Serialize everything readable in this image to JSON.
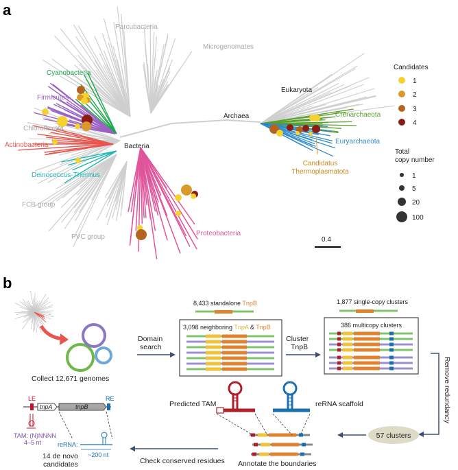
{
  "panel_a": {
    "letter": "a",
    "clade_labels": {
      "parcubacteria": "Parcubacteria",
      "microgenomates": "Microgenomates",
      "cyanobacteria": "Cyanobacteria",
      "firmicutes": "Firmicutes",
      "chloroflexota": "Chloroflexota",
      "actinobacteria": "Actinobacteria",
      "bacteria": "Bacteria",
      "deinococcus": "Deinococcus-Thermus",
      "fcb": "FCB group",
      "pvc": "PVC group",
      "proteobacteria": "Proteobacteria",
      "eukaryota": "Eukaryota",
      "archaea": "Archaea",
      "crenarchaeota": "Crenarchaeota",
      "euryarchaeota": "Euryarchaeota",
      "thermo_line1": "Candidatus",
      "thermo_line2": "Thermoplasmatota"
    },
    "legend_candidates": {
      "title": "Candidates",
      "items": [
        {
          "label": "1",
          "color": "#f5d22e"
        },
        {
          "label": "2",
          "color": "#d99a2b"
        },
        {
          "label": "3",
          "color": "#b5641f"
        },
        {
          "label": "4",
          "color": "#8c1c13"
        }
      ]
    },
    "legend_copy": {
      "title_line1": "Total",
      "title_line2": "copy number",
      "items": [
        "1",
        "5",
        "20",
        "100"
      ]
    },
    "scale_bar": "0.4",
    "colors": {
      "gray": "#cfcfcf",
      "cyanobacteria": "#1aa64a",
      "firmicutes": "#9b63c4",
      "actinobacteria": "#e8554e",
      "deinococcus": "#1fb5b5",
      "proteobacteria": "#e0559b",
      "crenarchaeota": "#5aa02c",
      "euryarchaeota": "#2e8bcc",
      "thermoplasmatota": "#d99a2b"
    }
  },
  "panel_b": {
    "letter": "b",
    "collect": "Collect 12,671 genomes",
    "domain_search_1": "Domain",
    "domain_search_2": "search",
    "standalone_pre": "8,433 standalone ",
    "standalone_gene": "TnpB",
    "neighbor_pre": "3,098 neighboring ",
    "neighbor_gene1": "TnpA",
    "neighbor_amp": " & ",
    "neighbor_gene2": "TnpB",
    "cluster_1": "Cluster",
    "cluster_2": "TnpB",
    "single_copy": "1,877 single-copy clusters",
    "multicopy": "386 multicopy clusters",
    "remove_redundancy": "Remove redundancy",
    "clusters_57": "57 clusters",
    "annotate": "Annotate the boundaries",
    "predicted_tam": "Predicted TAM",
    "rerna_scaffold": "reRNA scaffold",
    "check_residues": "Check conserved residues",
    "le": "LE",
    "re": "RE",
    "tnpA": "tnpA",
    "tnpB": "tnpB",
    "tam_line1": "TAM: (N)NNNN",
    "tam_line2": "4–5 nt",
    "rerna": "reRNA:",
    "nt200": "~200 nt",
    "candidates_1": "14 de novo",
    "candidates_2": "candidates"
  }
}
